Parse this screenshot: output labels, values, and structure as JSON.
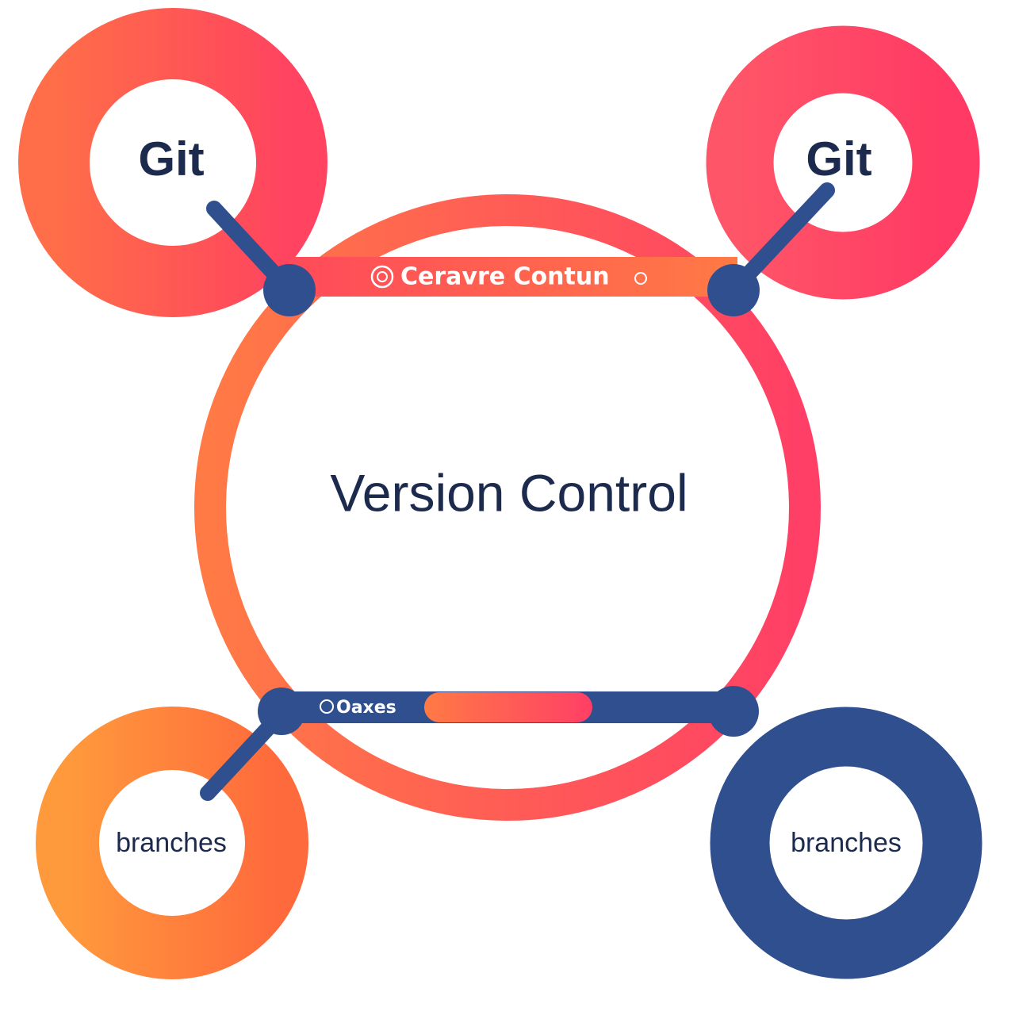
{
  "center": {
    "title": "Version Control"
  },
  "nodes": [
    {
      "id": "top-left",
      "label": "Git",
      "ring_color": "orange-red"
    },
    {
      "id": "top-right",
      "label": "Git",
      "ring_color": "pink-red"
    },
    {
      "id": "bottom-left",
      "label": "branches",
      "ring_color": "orange"
    },
    {
      "id": "bottom-right",
      "label": "branches",
      "ring_color": "navy"
    }
  ],
  "top_bar": {
    "text": "Ceravre Contun"
  },
  "bottom_bar": {
    "text": "Oaxes"
  },
  "colors": {
    "navy": "#2f4f8f",
    "text_dark": "#1c2a4d",
    "orange": "#ff9a3c",
    "coral": "#ff6a4d",
    "pink_red": "#ff3f66",
    "white": "#ffffff"
  }
}
